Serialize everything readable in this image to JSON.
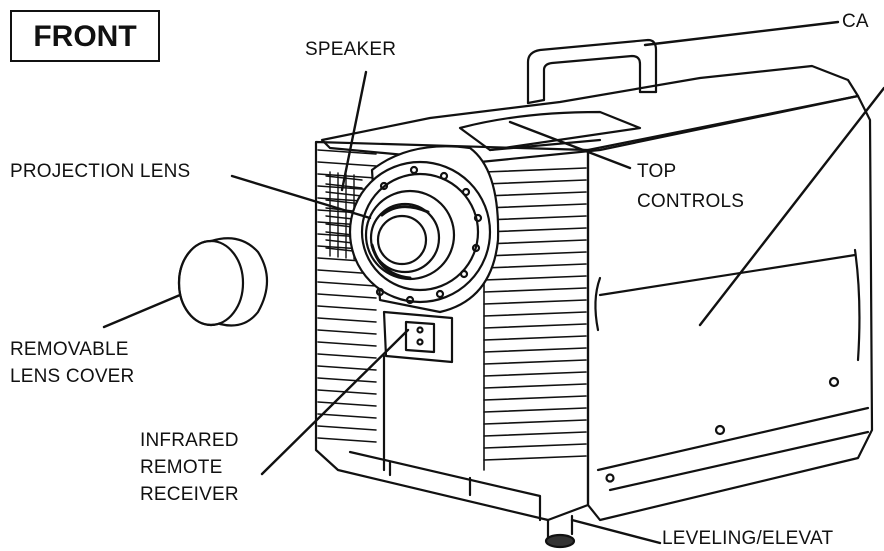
{
  "title": "FRONT",
  "labels": {
    "carrying_handle": "CA",
    "speaker": "SPEAKER",
    "projection_lens": "PROJECTION LENS",
    "top_controls_line1": "TOP",
    "top_controls_line2": "CONTROLS",
    "lens_cover_line1": "REMOVABLE",
    "lens_cover_line2": "LENS COVER",
    "ir_line1": "INFRARED",
    "ir_line2": "REMOTE",
    "ir_line3": "RECEIVER",
    "leveling": "LEVELING/ELEVAT"
  }
}
